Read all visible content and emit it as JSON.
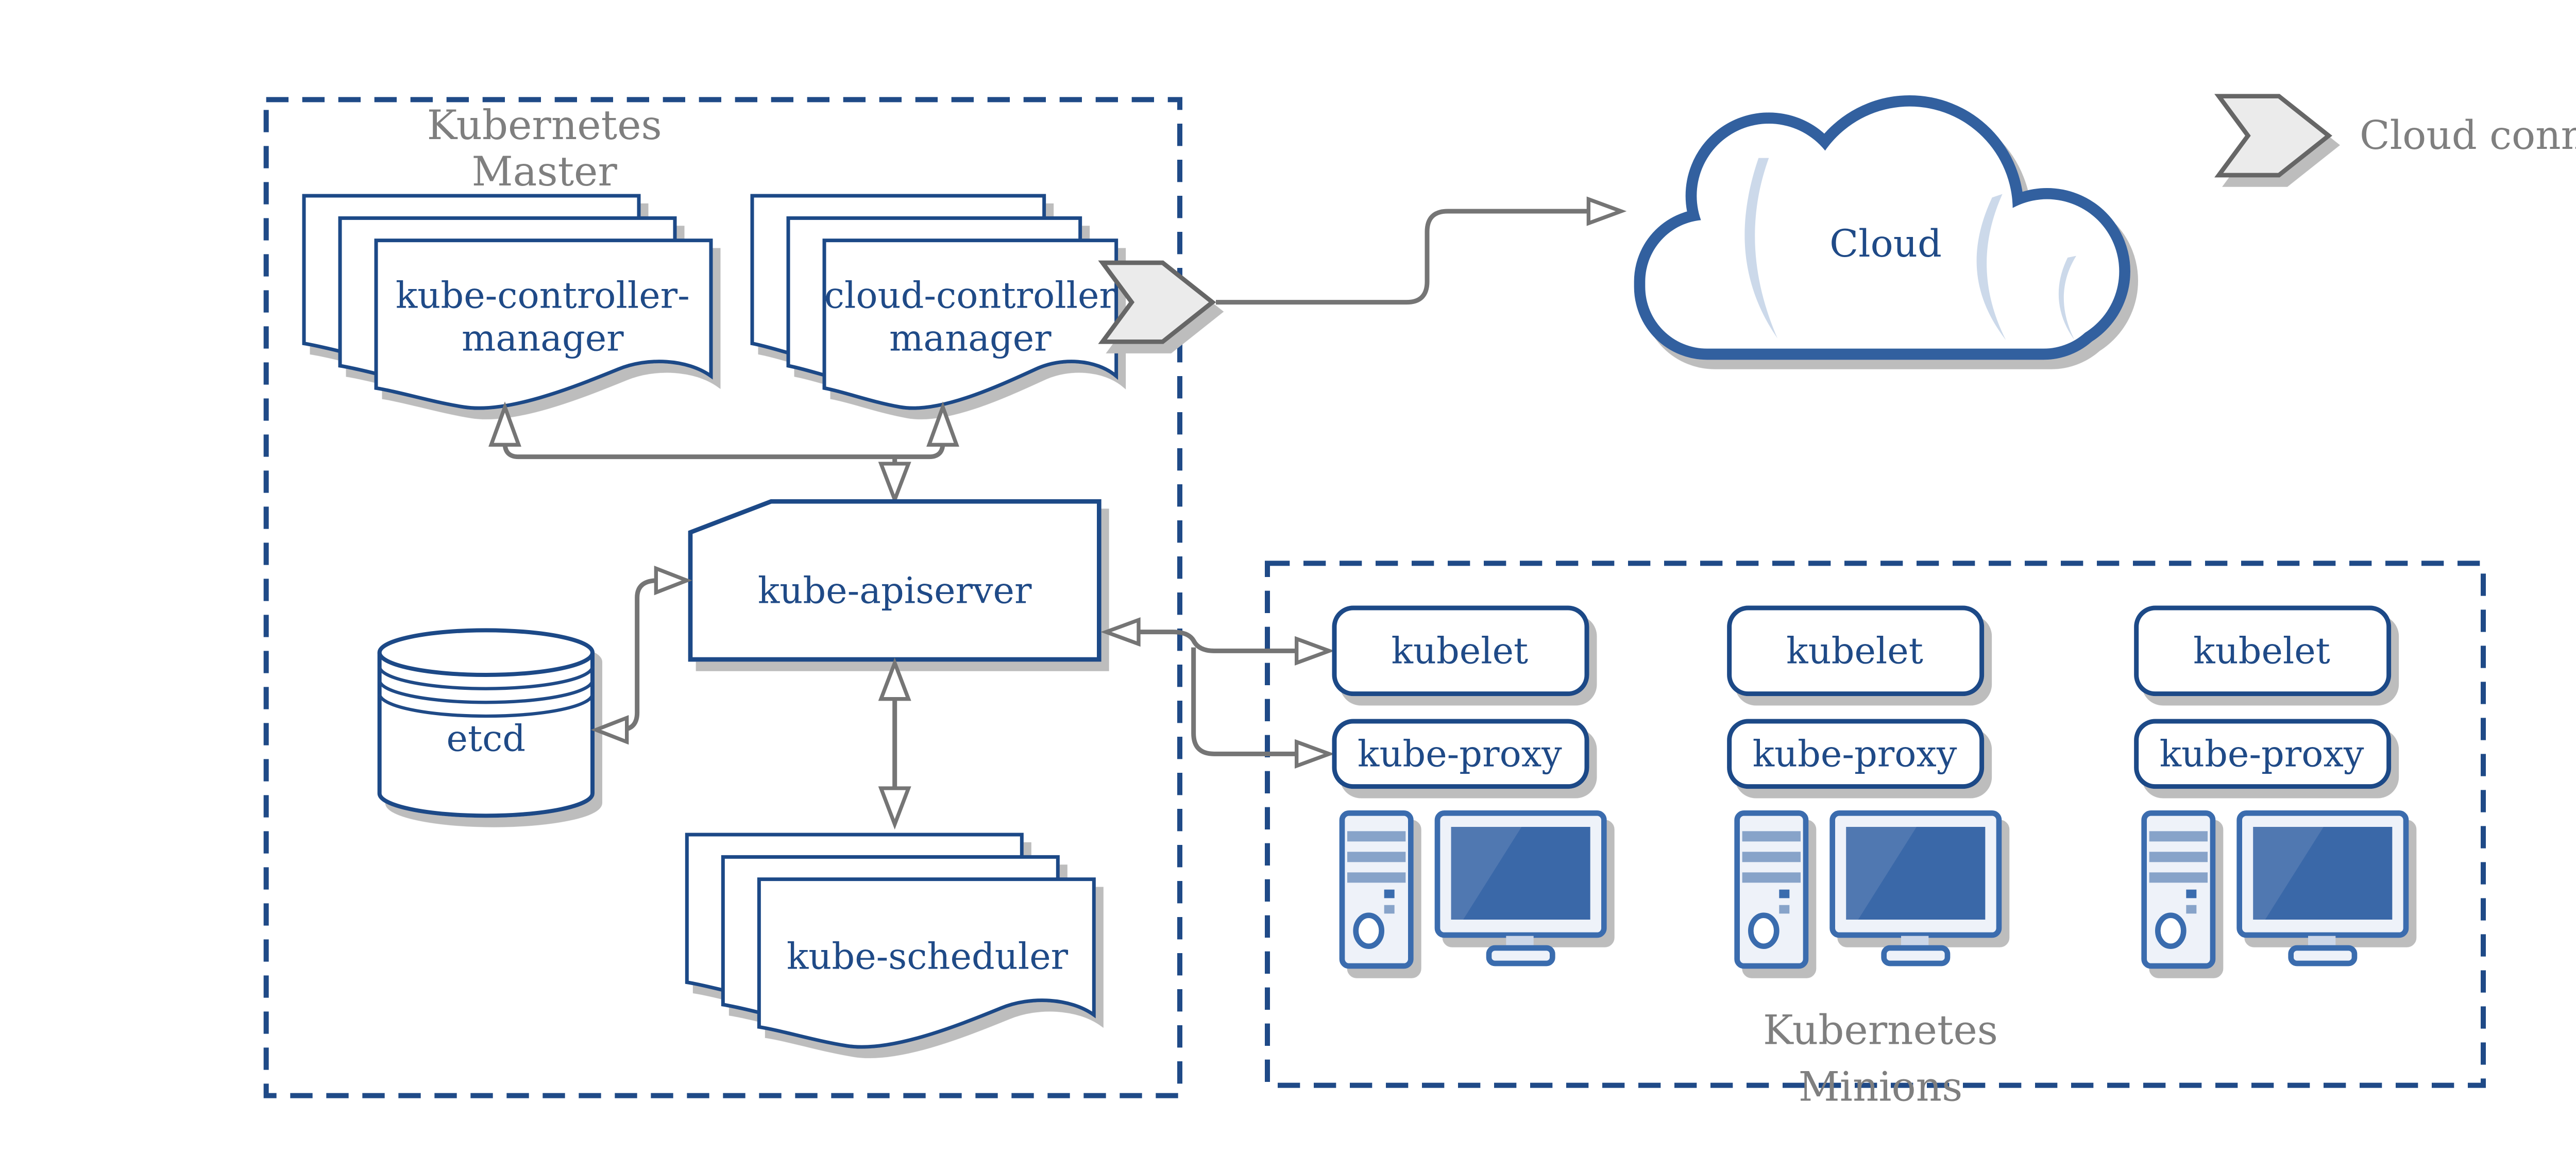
{
  "diagram": {
    "master": {
      "title_line1": "Kubernetes",
      "title_line2": "Master",
      "components": {
        "kube_controller_manager": {
          "label_line1": "kube-controller-",
          "label_line2": "manager"
        },
        "cloud_controller_manager": {
          "label_line1": "cloud-controller",
          "label_line2": "manager"
        },
        "kube_apiserver": {
          "label": "kube-apiserver"
        },
        "etcd": {
          "label": "etcd"
        },
        "kube_scheduler": {
          "label": "kube-scheduler"
        }
      }
    },
    "cloud": {
      "label": "Cloud"
    },
    "legend": {
      "cloud_connector_label": "Cloud connector"
    },
    "minions": {
      "title_line1": "Kubernetes",
      "title_line2": "Minions",
      "nodes": [
        {
          "kubelet_label": "kubelet",
          "kube_proxy_label": "kube-proxy"
        },
        {
          "kubelet_label": "kubelet",
          "kube_proxy_label": "kube-proxy"
        },
        {
          "kubelet_label": "kubelet",
          "kube_proxy_label": "kube-proxy"
        }
      ]
    },
    "colors": {
      "primary_blue": "#1f4a87",
      "cloud_blue": "#30609f",
      "cloud_accent": "#ccd9ea",
      "icon_blue": "#3a6cae",
      "icon_blue_light": "#eef2f9",
      "band_blue": "#87a3c9",
      "screen_blue": "#3a68a8",
      "screen_sheen": "#5078b1",
      "arrow_gray": "#757575",
      "label_gray": "#7f7f7f",
      "chevron_fill": "#ebebeb",
      "chevron_stroke": "#666666",
      "shadow_gray": "#bdbdbd"
    }
  }
}
